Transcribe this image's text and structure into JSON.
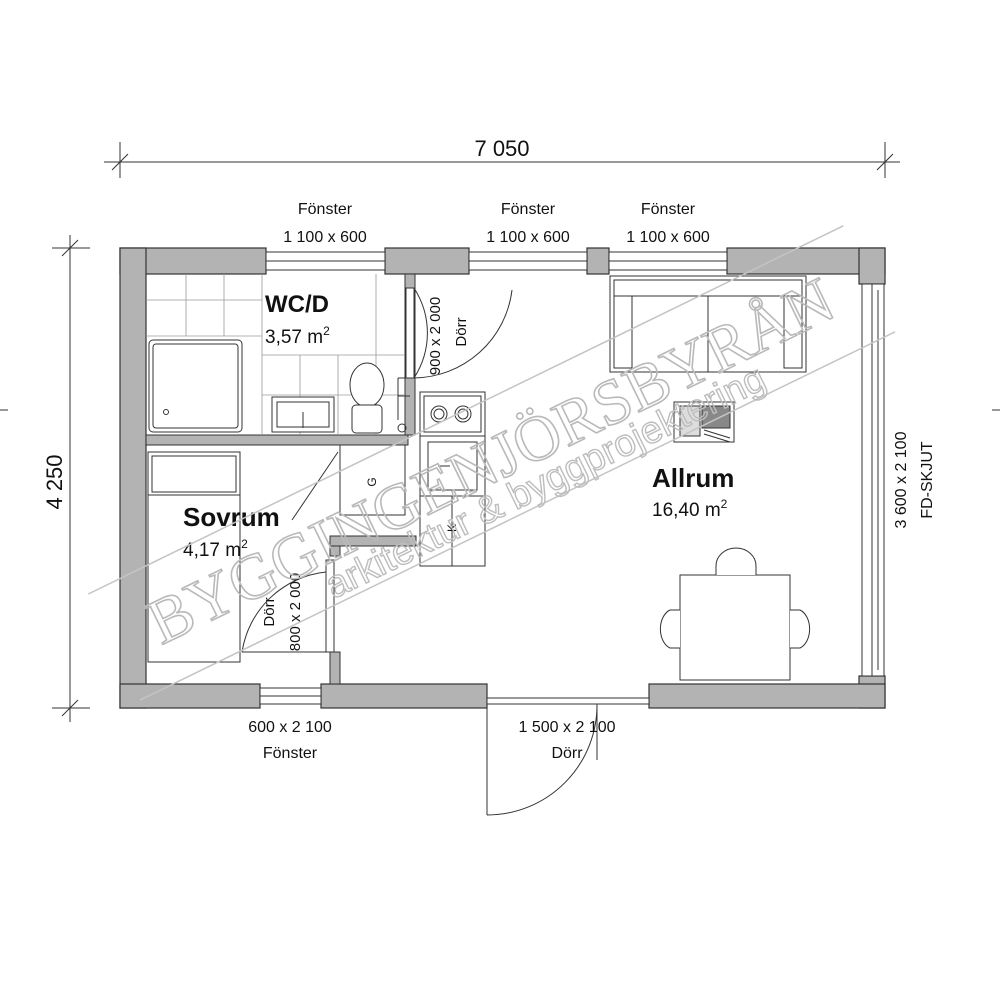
{
  "dimensions": {
    "width": "7 050",
    "height": "4 250"
  },
  "windows": [
    {
      "label": "Fönster",
      "size": "1 100 x 600"
    },
    {
      "label": "Fönster",
      "size": "1 100 x 600"
    },
    {
      "label": "Fönster",
      "size": "1 100 x 600"
    },
    {
      "label": "Fönster",
      "size": "600 x 2 100"
    }
  ],
  "sliding_door": {
    "size": "3 600 x 2 100",
    "type": "FD-SKJUT"
  },
  "doors": [
    {
      "label": "Dörr",
      "size": "900 x 2 000"
    },
    {
      "label": "Dörr",
      "size": "800 x 2 000"
    },
    {
      "label": "Dörr",
      "size": "1 500 x 2 100"
    }
  ],
  "rooms": {
    "wc": {
      "name": "WC/D",
      "area": "3,57 m",
      "unit_sup": "2"
    },
    "bedroom": {
      "name": "Sovrum",
      "area": "4,17 m",
      "unit_sup": "2"
    },
    "living": {
      "name": "Allrum",
      "area": "16,40 m",
      "unit_sup": "2"
    }
  },
  "fixtures": {
    "closet": "G",
    "kitchen": "K"
  },
  "watermark": {
    "main": "BYGGINGENJÖRSBYRÅN",
    "sub": "arkitektur & byggprojektering"
  }
}
